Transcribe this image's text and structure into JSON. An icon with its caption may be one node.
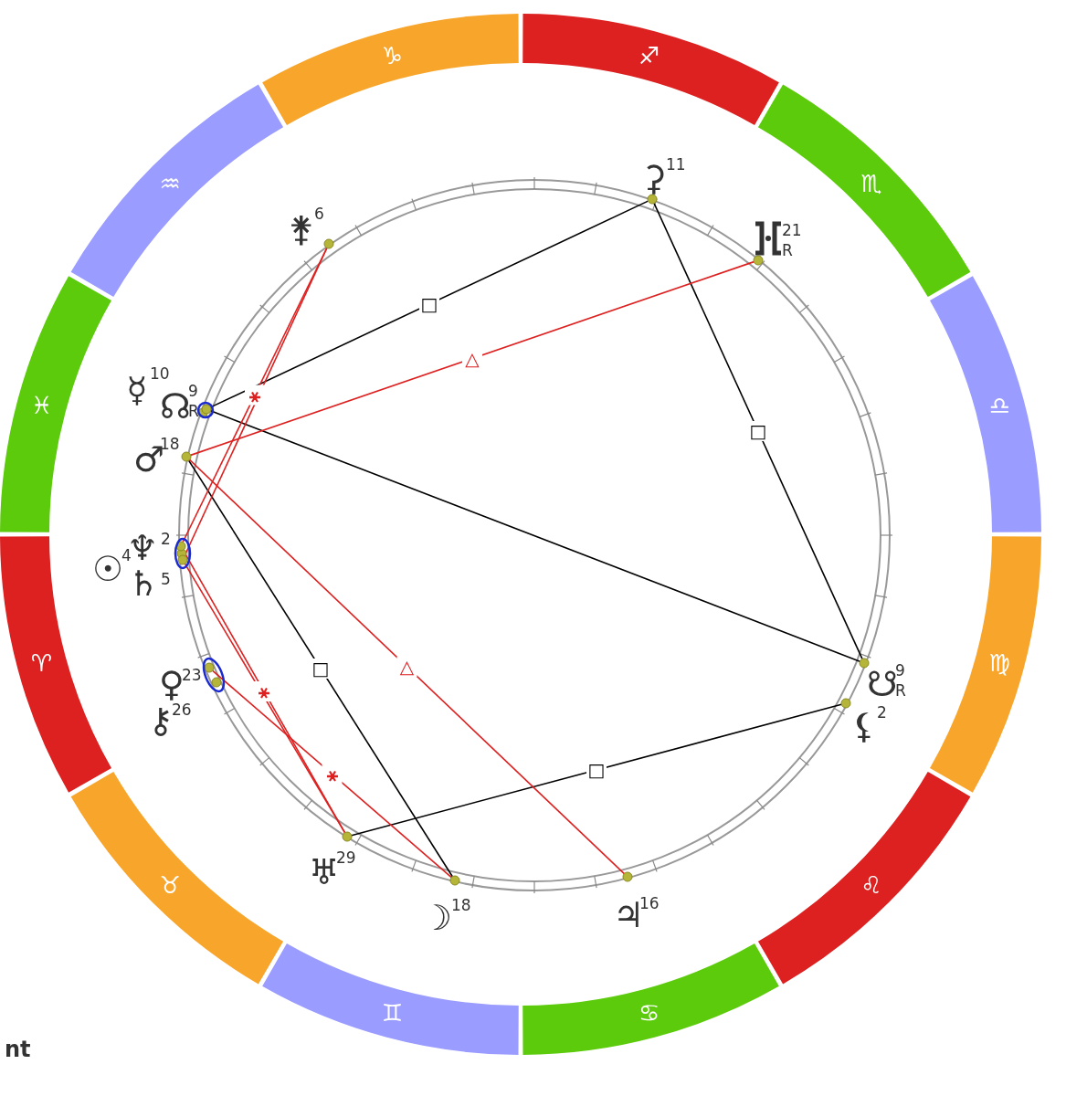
{
  "diagram": {
    "nodes": [
      {
        "text": [
          "♑"
        ]
      },
      {
        "text": [
          "♐"
        ]
      },
      {
        "text": [
          "♏"
        ]
      },
      {
        "text": [
          "♎"
        ]
      },
      {
        "text": [
          "♍"
        ]
      },
      {
        "text": [
          "♌"
        ]
      },
      {
        "text": [
          "♋"
        ]
      },
      {
        "text": [
          "♊"
        ]
      },
      {
        "text": [
          "♉"
        ]
      },
      {
        "text": [
          "♈"
        ]
      },
      {
        "text": [
          "♓"
        ]
      },
      {
        "text": [
          "♒"
        ]
      },
      {
        "text": [
          "⚳",
          "11"
        ]
      },
      {
        "text": [
          "21",
          "R"
        ]
      },
      {
        "text": [
          "⚵",
          "6"
        ]
      },
      {
        "text": [
          "☿",
          "10"
        ]
      },
      {
        "text": [
          "☊",
          "9",
          "R"
        ]
      },
      {
        "text": [
          "♂",
          "18"
        ]
      },
      {
        "text": [
          "☉",
          "4"
        ]
      },
      {
        "text": [
          "♆",
          "2"
        ]
      },
      {
        "text": [
          "♄",
          "5"
        ]
      },
      {
        "text": [
          "♀",
          "23"
        ]
      },
      {
        "text": [
          "⚷",
          "26"
        ]
      },
      {
        "text": [
          "♅",
          "29"
        ]
      },
      {
        "text": [
          "☽",
          "18"
        ]
      },
      {
        "text": [
          "♃",
          "16"
        ]
      },
      {
        "text": [
          "☋",
          "9",
          "R"
        ]
      },
      {
        "text": [
          "⚸",
          "2"
        ]
      }
    ],
    "edges": [
      {
        "from": 16,
        "to": 12,
        "arrow": "none",
        "label": "□",
        "color": "#000000"
      },
      {
        "from": 12,
        "to": 26,
        "arrow": "none",
        "label": "□",
        "color": "#000000"
      },
      {
        "from": 16,
        "to": 26,
        "arrow": "none",
        "color": "#000000"
      },
      {
        "from": 17,
        "to": 24,
        "arrow": "none",
        "label": "□",
        "color": "#000000"
      },
      {
        "from": 23,
        "to": 27,
        "arrow": "none",
        "label": "□",
        "color": "#000000"
      },
      {
        "from": 17,
        "to": 13,
        "arrow": "none",
        "label": "△"
      },
      {
        "from": 17,
        "to": 25,
        "arrow": "none",
        "label": "△"
      },
      {
        "from": 14,
        "to": 19,
        "arrow": "none",
        "label": "⚹"
      },
      {
        "from": 14,
        "to": 20,
        "arrow": "none"
      },
      {
        "from": 19,
        "to": 23,
        "arrow": "none",
        "label": "⚹"
      },
      {
        "from": 20,
        "to": 23,
        "arrow": "none"
      },
      {
        "from": 21,
        "to": 24,
        "arrow": "none",
        "label": "⚹"
      }
    ],
    "labels": [
      "nt"
    ]
  }
}
